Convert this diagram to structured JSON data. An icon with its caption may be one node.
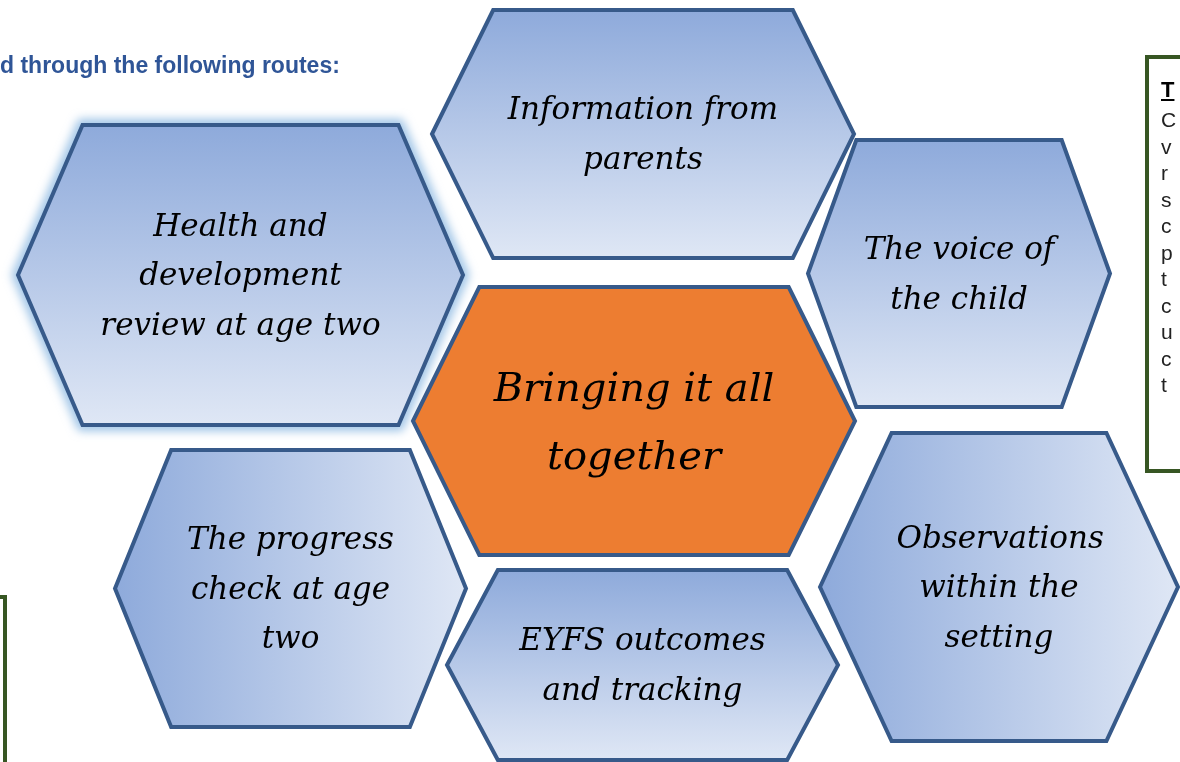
{
  "diagram": {
    "title": "d through the following routes:",
    "nodes": [
      {
        "text": [
          "Information from parents"
        ]
      },
      {
        "text": [
          "Health and development review at age two"
        ]
      },
      {
        "text": [
          "The voice of the child"
        ]
      },
      {
        "text": [
          "Bringing it all together"
        ]
      },
      {
        "text": [
          "The progress check at age two"
        ]
      },
      {
        "text": [
          "EYFS outcomes and tracking"
        ]
      },
      {
        "text": [
          "Observations within the setting"
        ]
      },
      {
        "text": [
          "T",
          "C v r s c p t c u c t"
        ]
      }
    ],
    "edges": []
  }
}
